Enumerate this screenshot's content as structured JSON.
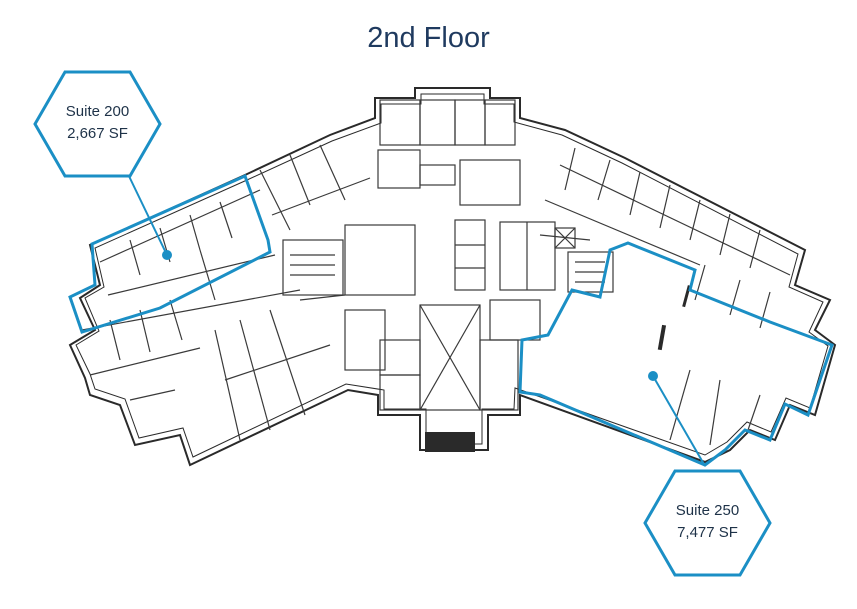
{
  "title": "2nd Floor",
  "suites": [
    {
      "name": "Suite 200",
      "area": "2,667 SF"
    },
    {
      "name": "Suite 250",
      "area": "7,477 SF"
    }
  ],
  "colors": {
    "suite_highlight": "#1b8fc5",
    "walls": "#2a2a2a",
    "title": "#1f3a5f"
  }
}
